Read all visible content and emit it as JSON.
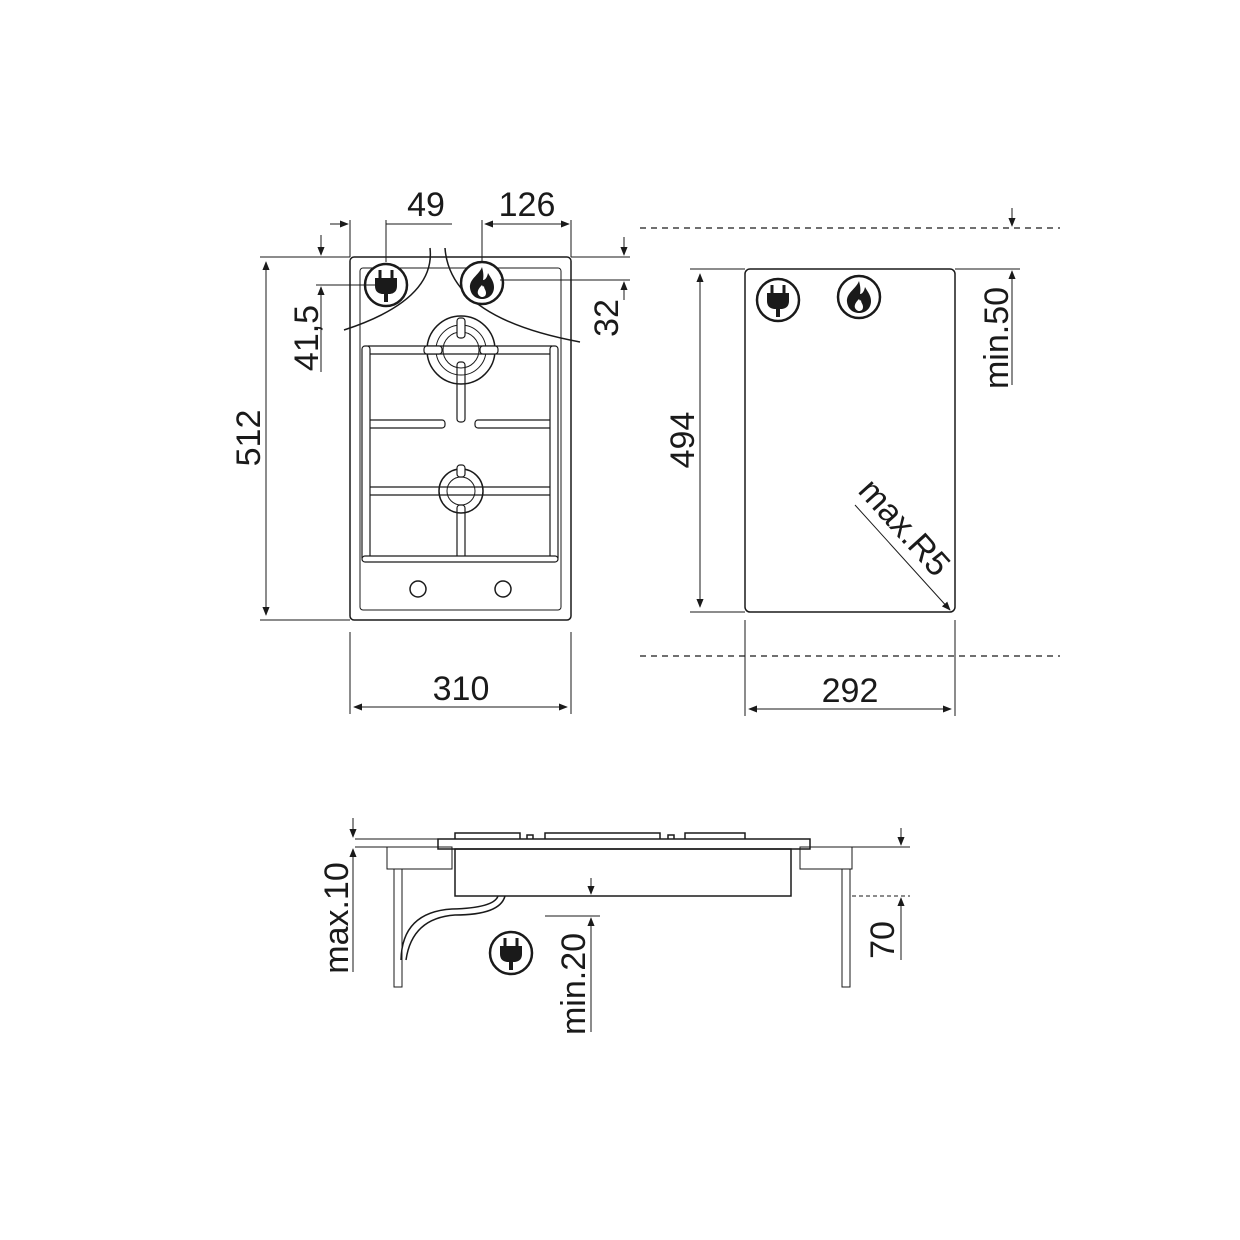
{
  "top_view": {
    "width": "310",
    "height": "512",
    "left_offset": "49",
    "right_offset": "126",
    "top_offset_left": "41,5",
    "top_offset_right": "32",
    "icons": [
      "plug-icon",
      "gas-flame-icon"
    ]
  },
  "cutout": {
    "width": "292",
    "height": "494",
    "clearance": "min.50",
    "corner_radius": "max.R5",
    "icons": [
      "plug-icon",
      "gas-flame-icon"
    ]
  },
  "side_view": {
    "top_thickness": "max.10",
    "depth": "70",
    "bottom_clearance": "min.20",
    "icons": [
      "plug-icon"
    ]
  },
  "colors": {
    "line": "#1a1a1a",
    "background": "#ffffff"
  }
}
